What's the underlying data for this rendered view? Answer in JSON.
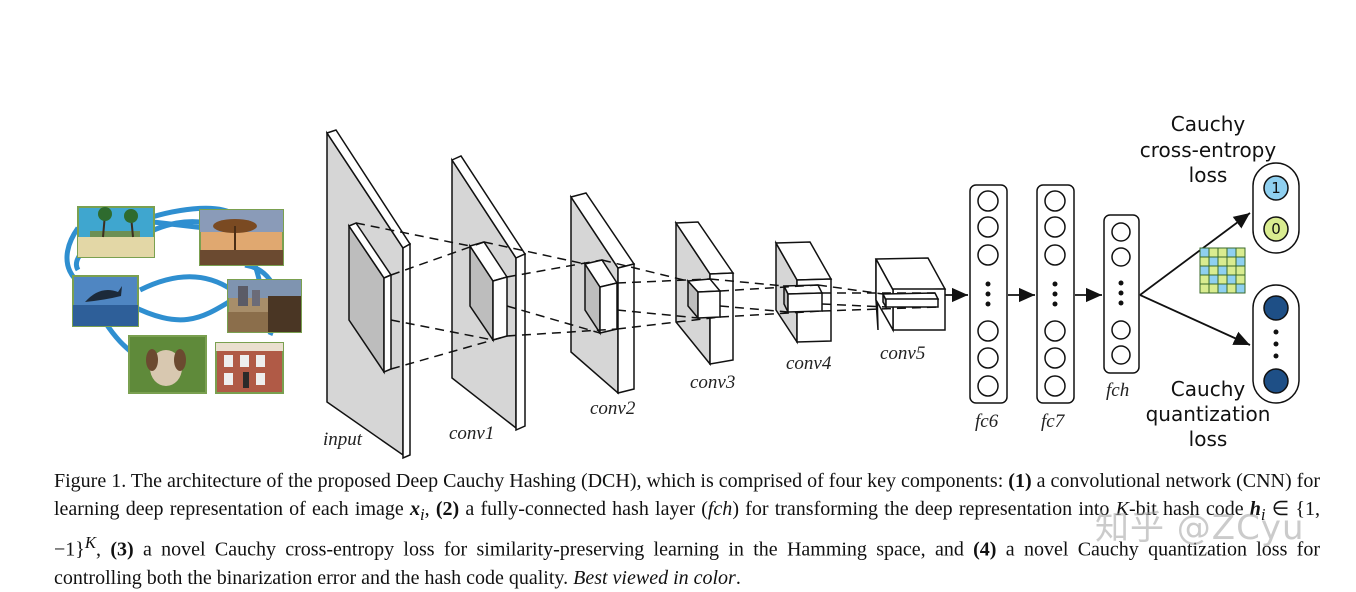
{
  "diagram": {
    "layer_labels": {
      "input": "input",
      "conv1": "conv1",
      "conv2": "conv2",
      "conv3": "conv3",
      "conv4": "conv4",
      "conv5": "conv5",
      "fc6": "fc6",
      "fc7": "fc7",
      "fch": "fch"
    },
    "losses": {
      "cross_entropy": [
        "Cauchy",
        "cross-entropy",
        "loss"
      ],
      "quantization": [
        "Cauchy",
        "quantization",
        "loss"
      ]
    },
    "bits": {
      "one": "1",
      "zero": "0"
    },
    "colors": {
      "link_blue": "#2f8fd0",
      "bit_one": "#8fd0f0",
      "bit_zero": "#d9ec90",
      "hash_dot": "#1e4f86",
      "layer_gray": "#d6d6d6"
    }
  },
  "caption": {
    "p1": "Figure 1. The architecture of the proposed Deep Cauchy Hashing (DCH), which is comprised of four key components: ",
    "n1": "(1)",
    "p2": " a convolutional network (CNN) for learning deep representation of each image ",
    "x": "x",
    "x_sub": "i",
    "p3": ", ",
    "n2": "(2)",
    "p4": " a fully-connected hash layer (",
    "fch": "fch",
    "p5": ") for transforming the deep representation into ",
    "k": "K",
    "p6": "-bit hash code ",
    "h": "h",
    "h_sub": "i",
    "set": " ∈ {1, −1}",
    "set_sup": "K",
    "p7": ", ",
    "n3": "(3)",
    "p8": " a novel Cauchy cross-entropy loss for similarity-preserving learning in the Hamming space, and ",
    "n4": "(4)",
    "p9": " a novel Cauchy quantization loss for controlling both the binarization error and the hash code quality. ",
    "best": "Best viewed in color",
    "end": "."
  },
  "watermark": "知乎 @ZCyu"
}
